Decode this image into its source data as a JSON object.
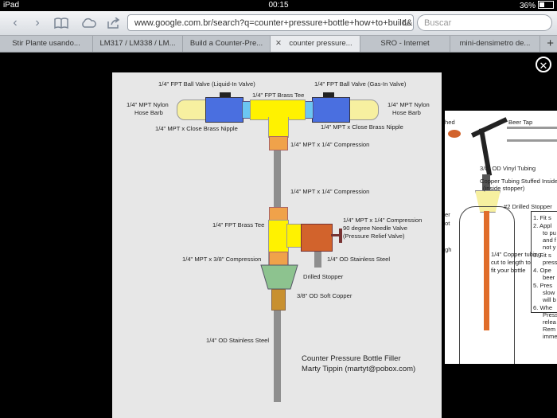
{
  "status": {
    "device": "iPad",
    "time": "00:15",
    "battery": "36%"
  },
  "toolbar": {
    "back_icon": "chevron-left-icon",
    "forward_icon": "chevron-right-icon",
    "bookmarks_icon": "book-icon",
    "icloud_icon": "cloud-icon",
    "share_icon": "share-icon",
    "url": "www.google.com.br/search?q=counter+pressure+bottle+how+to+build&",
    "search_placeholder": "Buscar"
  },
  "tabs": [
    {
      "label": "Stir Plante usando..."
    },
    {
      "label": "LM317 / LM338 / LM..."
    },
    {
      "label": "Build a Counter-Pre..."
    },
    {
      "label": "counter pressure..."
    },
    {
      "label": "SRO - Internet"
    },
    {
      "label": "mini-densimetro de..."
    }
  ],
  "new_tab": "+",
  "close_label": "✕",
  "diagram": {
    "labels": {
      "liquid_valve": "1/4\" FPT Ball Valve (Liquid-In Valve)",
      "gas_valve": "1/4\" FPT Ball Valve (Gas-In Valve)",
      "top_tee": "1/4\" FPT Brass Tee",
      "left_barb_1": "1/4\" MPT Nylon",
      "left_barb_2": "Hose Barb",
      "right_barb_1": "1/4\" MPT Nylon",
      "right_barb_2": "Hose Barb",
      "left_nipple": "1/4\" MPT x Close Brass Nipple",
      "right_nipple": "1/4\" MPT x Close Brass Nipple",
      "compression_top": "1/4\" MPT x 1/4\" Compression",
      "compression_mid": "1/4\" MPT x 1/4\" Compression",
      "lower_tee": "1/4\" FPT Brass Tee",
      "needle_1": "1/4\" MPT x 1/4\" Compression",
      "needle_2": "90 degree Needle Valve",
      "needle_3": "(Pressure Relief Valve)",
      "stainless_short": "1/4\" OD Stainless Steel",
      "compression_38": "1/4\" MPT x 3/8\" Compression",
      "drilled_stopper": "Drilled Stopper",
      "soft_copper": "3/8\" OD Soft Copper",
      "stainless_long": "1/4\" OD Stainless Steel",
      "credit_1": "Counter Pressure Bottle Filler",
      "credit_2": "Marty Tippin (martyt@pobox.com)"
    },
    "colors": {
      "yellow": "#fff200",
      "blue": "#4a6fe0",
      "cyan": "#6cc6f2",
      "orange": "#f0a24a",
      "rust": "#d2632c",
      "gray": "#8e8e8e",
      "green": "#8dc38f",
      "gold": "#c89030",
      "lemon": "#f7f0a0"
    }
  },
  "side": {
    "labels": {
      "shed": "hed",
      "beer_tap": "Beer Tap",
      "vinyl": "3/8\" OD Vinyl Tubing",
      "copper_stuffed_1": "Copper Tubing Stuffed Inside",
      "copper_stuffed_2": "(inside stopper)",
      "stopper": "#2 Drilled Stopper",
      "copper_len_1": "1/4\" Copper tubing,",
      "copper_len_2": "cut to length to",
      "copper_len_3": "fit your bottle",
      "er": "er",
      "ot": "ot",
      "gh": "gh",
      "s1": "1.  Fit s",
      "s2": "2.  Appl",
      "s2b": "to pu",
      "s2c": "and f",
      "s2d": "not y",
      "s3": "3.  Fit s",
      "s3b": "press",
      "s4": "4.  Ope",
      "s4b": "beer",
      "s5": "5.  Pres",
      "s5b": "slow",
      "s5c": "will b",
      "s6": "6.  Whe",
      "s6b": "Press",
      "s6c": "relea",
      "s6d": "Rem",
      "s6e": "imme"
    }
  }
}
